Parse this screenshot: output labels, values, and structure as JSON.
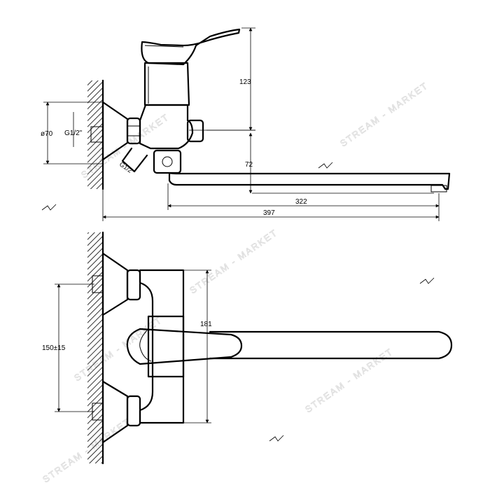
{
  "watermark": {
    "text": "STREAM - MARKET",
    "color": "#d8d8d8"
  },
  "side_view": {
    "dims": {
      "height": "123",
      "spout_height": "72",
      "spout_reach": "322",
      "total_length": "397",
      "flange_diameter": "ø70",
      "thread": "G1/2\"",
      "outlet_thread": "G1/2\""
    }
  },
  "top_view": {
    "dims": {
      "center_distance": "150±15",
      "depth": "181"
    }
  },
  "colors": {
    "line": "#000000",
    "background": "#ffffff"
  }
}
